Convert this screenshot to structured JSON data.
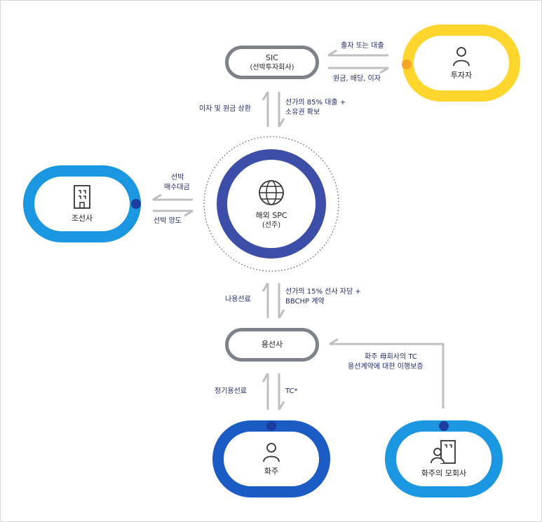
{
  "nodes": {
    "sic": {
      "name": "SIC",
      "sub": "(선박투자회사)"
    },
    "investor": {
      "name": "투자자"
    },
    "builder": {
      "name": "조선사"
    },
    "spc": {
      "name": "해외 SPC",
      "sub": "(선주)"
    },
    "charterer": {
      "name": "용선사"
    },
    "cargo_owner": {
      "name": "화주"
    },
    "parent": {
      "name": "화주의 모회사"
    }
  },
  "flows": {
    "investor_to_sic": "출자 또는 대출",
    "sic_to_investor": "원금, 배당, 이자",
    "spc_to_sic": "이자 및 원금 상환",
    "sic_to_spc": [
      "선가의 85% 대출 +",
      "소유권 확보"
    ],
    "spc_to_builder": [
      "선박",
      "매수대금"
    ],
    "builder_to_spc": "선박 양도",
    "charterer_to_spc": "나용선료",
    "spc_to_charterer": [
      "선가의 15% 선사 자담 +",
      "BBCHP 계약"
    ],
    "parent_to_charterer": [
      "화주 母회사의 TC",
      "용선계약에 대한 이행보증"
    ],
    "owner_to_charterer": "정기용선료",
    "charterer_to_owner": "TC*"
  },
  "colors": {
    "yellow": "#ffd62e",
    "orange_dot": "#f5a623",
    "light_blue": "#1b96e0",
    "dark_blue": "#1a5cc4",
    "navy": "#1d3d9e",
    "spc_ring": "#3d4ea8",
    "gray": "#7d828b",
    "arrow": "#bdbfc3",
    "label": "#1f2b6b"
  },
  "icons": [
    "person-icon",
    "building-icon",
    "globe-icon",
    "person-building-icon"
  ]
}
